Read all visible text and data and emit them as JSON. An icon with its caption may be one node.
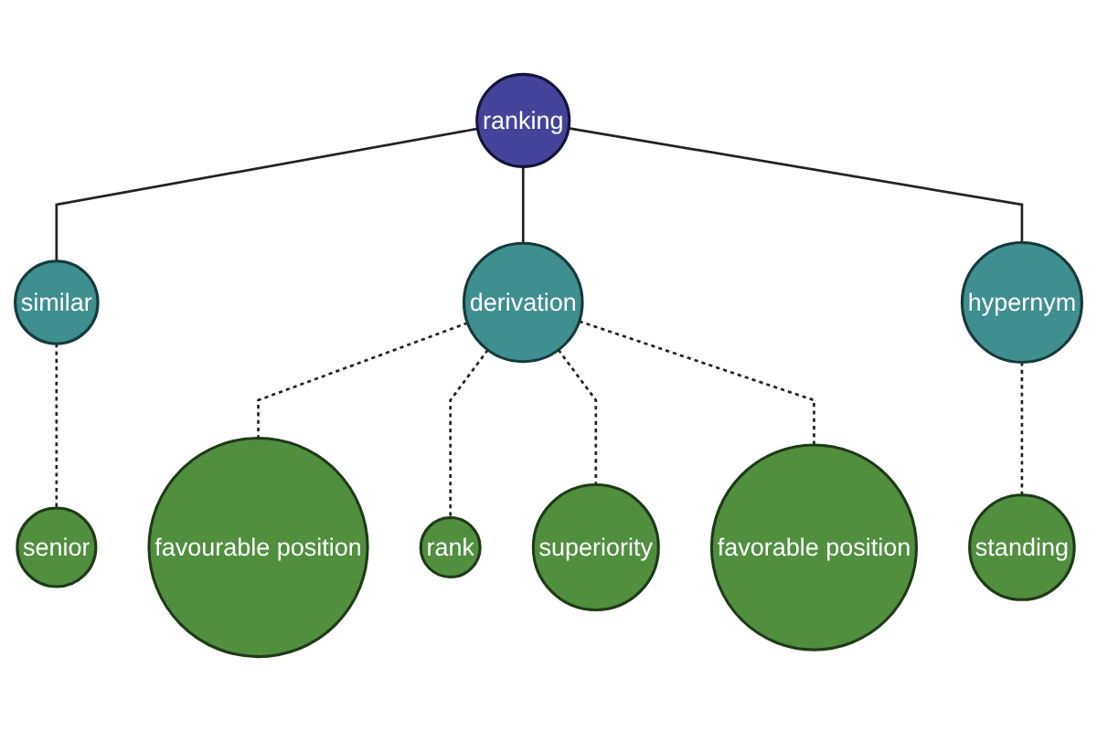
{
  "diagram": {
    "nodes": [
      {
        "text": [
          "senior"
        ]
      },
      {
        "text": [
          "similar"
        ]
      },
      {
        "text": [
          "favourable position"
        ]
      },
      {
        "text": [
          "ranking"
        ]
      },
      {
        "text": [
          "derivation"
        ]
      },
      {
        "text": [
          "rank"
        ]
      },
      {
        "text": [
          "hypernym"
        ]
      },
      {
        "text": [
          "superiority"
        ]
      },
      {
        "text": [
          "favorable position"
        ]
      },
      {
        "text": [
          "standing"
        ]
      }
    ],
    "edges": [
      {
        "from": 3,
        "to": 1,
        "arrow": "none"
      },
      {
        "from": 3,
        "to": 4,
        "arrow": "none"
      },
      {
        "from": 3,
        "to": 6,
        "arrow": "none"
      },
      {
        "from": 1,
        "to": 0,
        "arrow": "none",
        "style": "dashed"
      },
      {
        "from": 4,
        "to": 2,
        "arrow": "none",
        "style": "dashed"
      },
      {
        "from": 4,
        "to": 5,
        "arrow": "none",
        "style": "dashed"
      },
      {
        "from": 4,
        "to": 7,
        "arrow": "none",
        "style": "dashed"
      },
      {
        "from": 4,
        "to": 8,
        "arrow": "none",
        "style": "dashed"
      },
      {
        "from": 6,
        "to": 9,
        "arrow": "none",
        "style": "dashed"
      }
    ]
  }
}
